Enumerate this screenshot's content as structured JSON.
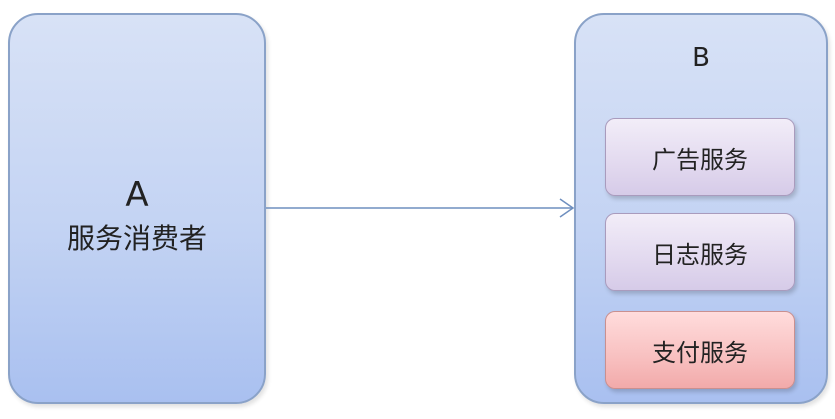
{
  "node_a": {
    "letter": "A",
    "label": "服务消费者"
  },
  "node_b": {
    "letter": "B",
    "services": [
      {
        "label": "广告服务",
        "color": "#e2d9ef"
      },
      {
        "label": "日志服务",
        "color": "#e2d9ef"
      },
      {
        "label": "支付服务",
        "color": "#f8c0c0"
      }
    ]
  },
  "colors": {
    "box_fill": "#c3d3f3",
    "box_border": "#8aa2c8",
    "arrow": "#6f8fbf"
  }
}
